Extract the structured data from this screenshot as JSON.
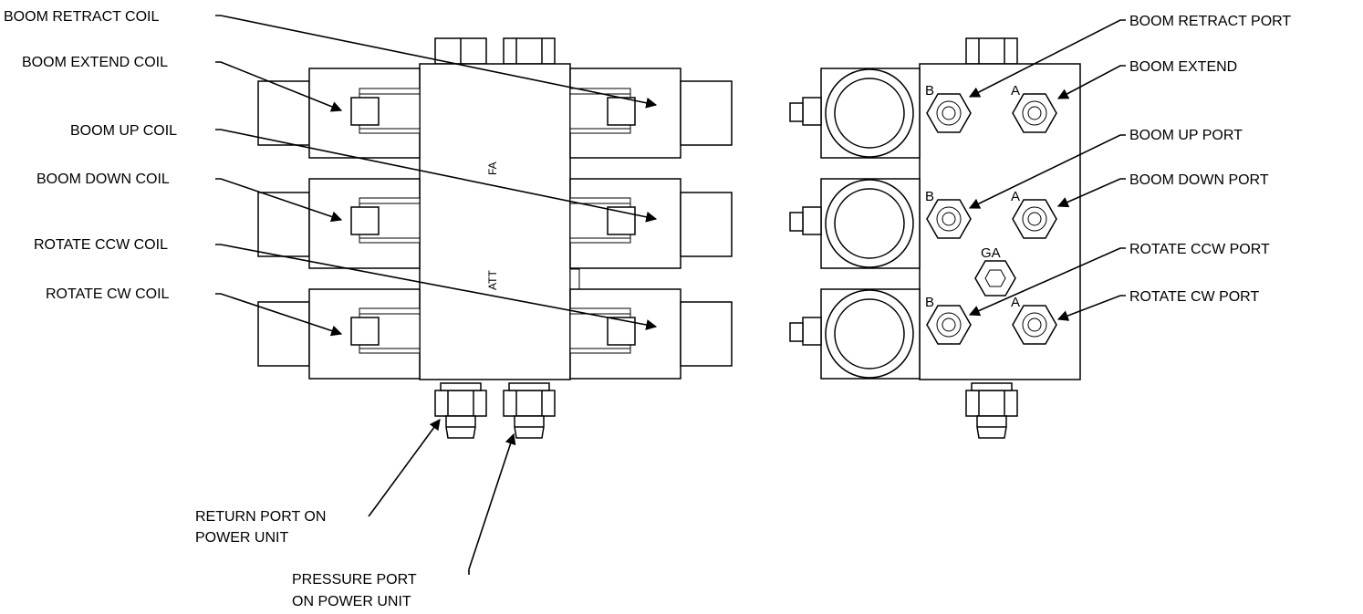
{
  "labels": {
    "boom_retract_coil": "BOOM RETRACT COIL",
    "boom_extend_coil": "BOOM EXTEND COIL",
    "boom_up_coil": "BOOM UP COIL",
    "boom_down_coil": "BOOM DOWN COIL",
    "rotate_ccw_coil": "ROTATE CCW COIL",
    "rotate_cw_coil": "ROTATE CW COIL",
    "return_port_line1": "RETURN PORT ON",
    "return_port_line2": "POWER UNIT",
    "pressure_port_line1": "PRESSURE PORT",
    "pressure_port_line2": "ON POWER UNIT",
    "boom_retract_port": "BOOM RETRACT PORT",
    "boom_extend": "BOOM EXTEND",
    "boom_up_port": "BOOM UP PORT",
    "boom_down_port": "BOOM DOWN PORT",
    "rotate_ccw_port": "ROTATE CCW PORT",
    "rotate_cw_port": "ROTATE CW PORT"
  },
  "valve_marks": {
    "port_b": "B",
    "port_a": "A",
    "gauge": "GA",
    "stamp_top": "FA",
    "stamp_mid": "ATT"
  }
}
